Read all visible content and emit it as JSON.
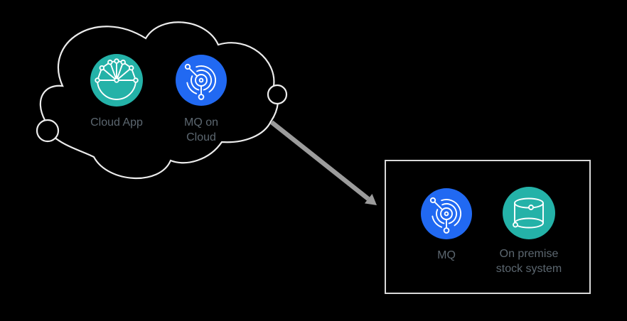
{
  "diagram": {
    "type": "architecture-flow",
    "cloud": {
      "name": "cloud-region",
      "items": [
        {
          "id": "cloud-app",
          "label": "Cloud App",
          "icon": "cloud-app-fan-icon",
          "tile_color": "#24b2a8"
        },
        {
          "id": "mq-on-cloud",
          "label_line1": "MQ on",
          "label_line2": "Cloud",
          "icon": "mq-queue-manager-icon",
          "tile_color": "#2169f2"
        }
      ]
    },
    "on_premise_box": {
      "name": "on-premise-region",
      "items": [
        {
          "id": "mq",
          "label": "MQ",
          "icon": "mq-queue-manager-icon",
          "tile_color": "#2169f2"
        },
        {
          "id": "stock-system",
          "label_line1": "On premise",
          "label_line2": "stock system",
          "icon": "database-cylinder-icon",
          "tile_color": "#24b2a8"
        }
      ]
    },
    "connector": {
      "kind": "arrow",
      "from": "cloud-region",
      "to": "on-premise-region"
    },
    "colors": {
      "background": "#000000",
      "cloud_outline": "#ececec",
      "box_border": "#d9d9d9",
      "arrow": "#9c9c9c",
      "label_text": "#5c6770",
      "tile_teal": "#24b2a8",
      "tile_blue": "#2169f2",
      "glyph": "#ffffff"
    }
  }
}
